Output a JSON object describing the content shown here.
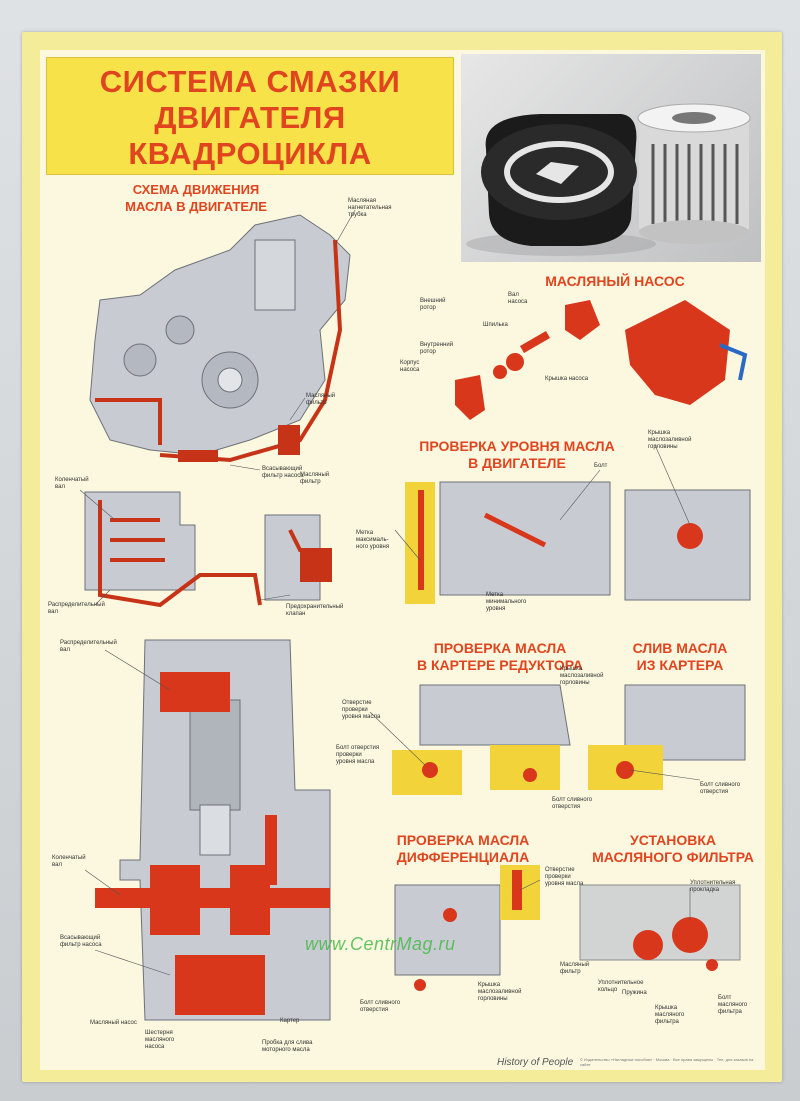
{
  "poster": {
    "title_lines": [
      "СИСТЕМА СМАЗКИ",
      "ДВИГАТЕЛЯ",
      "КВАДРОЦИКЛА"
    ],
    "sections": {
      "oil_flow": [
        "СХЕМА ДВИЖЕНИЯ",
        "МАСЛА В ДВИГАТЕЛЕ"
      ],
      "oil_pump": "МАСЛЯНЫЙ НАСОС",
      "level_check": [
        "ПРОВЕРКА УРОВНЯ МАСЛА",
        "В ДВИГАТЕЛЕ"
      ],
      "gearbox_check": [
        "ПРОВЕРКА МАСЛА",
        "В КАРТЕРЕ РЕДУКТОРА"
      ],
      "drain": [
        "СЛИВ МАСЛА",
        "ИЗ КАРТЕРА"
      ],
      "diff_check": [
        "ПРОВЕРКА МАСЛА",
        "ДИФФЕРЕНЦИАЛА"
      ],
      "filter_install": [
        "УСТАНОВКА",
        "МАСЛЯНОГО ФИЛЬТРА"
      ]
    },
    "labels": {
      "tube": "Масляная\nнагнетательная\nтрубка",
      "filter1": "Масляный\nфильтр",
      "suction_filter": "Всасывающий\nфильтр насоса",
      "crankshaft1": "Коленчатый\nвал",
      "filter2": "Масляный\nфильтр",
      "camshaft1": "Распределительный\nвал",
      "relief_valve": "Предохранительный\nклапан",
      "camshaft2": "Распределительный\nвал",
      "crankshaft2": "Коленчатый\nвал",
      "suction_filter2": "Всасывающий\nфильтр насоса",
      "oil_pump_lbl": "Масляный насос",
      "gear": "Шестерня\nмасляного\nнасоса",
      "sump": "Картер",
      "drain_plug": "Пробка для слива\nмоторного масла",
      "pump_shaft": "Вал\nнасоса",
      "outer_rotor": "Внешний\nротор",
      "pin": "Шпилька",
      "inner_rotor": "Внутренний\nротор",
      "pump_body": "Корпус\nнасоса",
      "pump_cover": "Крышка насоса",
      "filler_cap": "Крышка\nмаслозаливной\nгорловины",
      "bolt": "Болт",
      "max_mark": "Метка\nмаксималь-\nного уровня",
      "min_mark": "Метка\nминимального\nуровня",
      "filler_cap2": "Крышка\nмаслозаливной\nгорловины",
      "check_hole": "Отверстие\nпроверки\nуровня масла",
      "check_bolt": "Болт отверстия\nпроверки\nуровня масла",
      "drain_bolt1": "Болт сливного\nотверстия",
      "drain_bolt2": "Болт сливного\nотверстия",
      "diff_check_hole": "Отверстие\nпроверки\nуровня масла",
      "diff_filler": "Крышка\nмаслозаливной\nгорловины",
      "diff_drain": "Болт сливного\nотверстия",
      "oring": "Уплотнительная\nпрокладка",
      "oil_filter3": "Масляный\nфильтр",
      "seal_ring": "Уплотнительное\nкольцо",
      "spring": "Пружина",
      "filter_cover": "Крышка\nмасляного\nфильтра",
      "filter_bolt": "Болт\nмасляного\nфильтра"
    },
    "watermark": "www.CentrMag.ru",
    "publisher": "History of People",
    "fine_print": "© Издательство «Наглядные пособия» · Москва · Все права защищены · Тел. для заказов на сайте"
  },
  "colors": {
    "frame": "#f4ec98",
    "title_box": "#f7e24a",
    "title_text": "#e0451f",
    "oil_red": "#d8371b",
    "metal_grey": "#c8ccd2"
  }
}
